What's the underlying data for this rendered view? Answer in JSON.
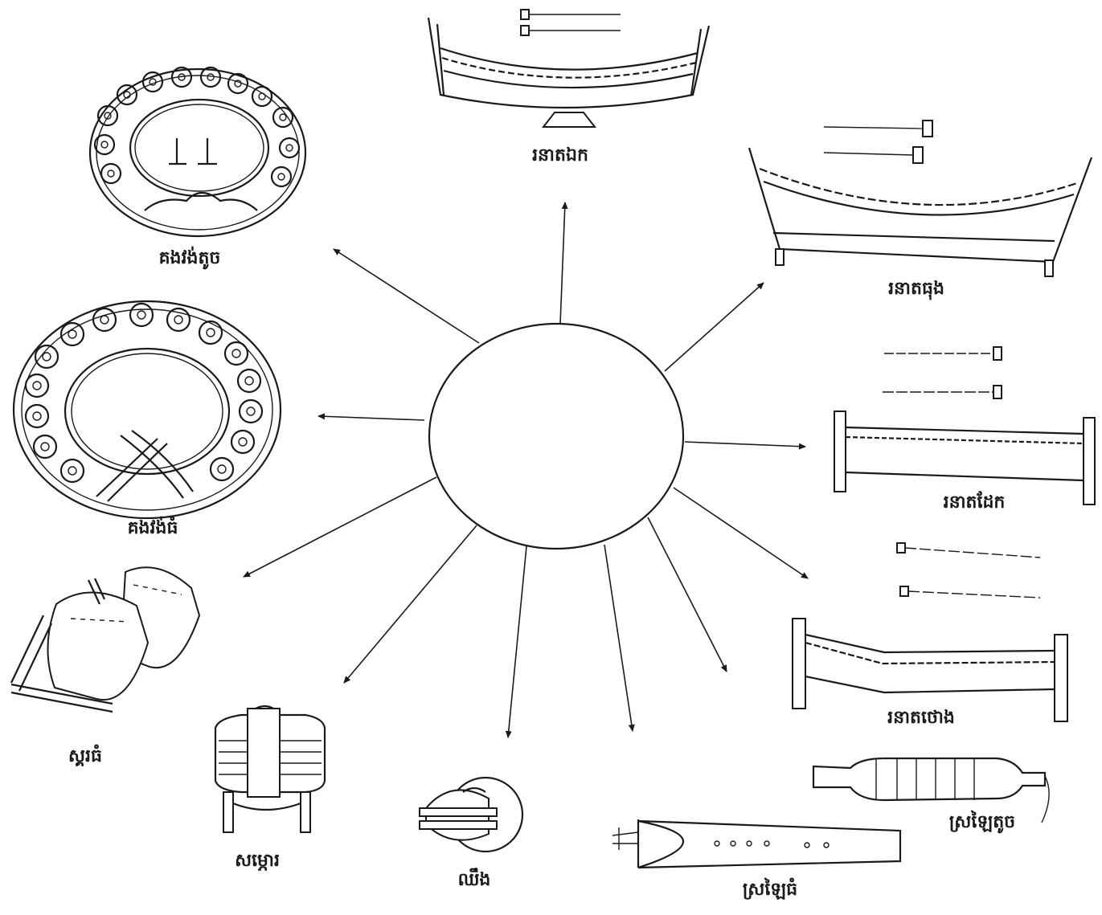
{
  "center": {
    "label": ""
  },
  "instruments": [
    {
      "id": "roneat-ek",
      "caption": "រនាតឯក"
    },
    {
      "id": "roneat-thung",
      "caption": "រនាតធុង"
    },
    {
      "id": "roneat-dek",
      "caption": "រនាតដែក"
    },
    {
      "id": "roneat-thong",
      "caption": "រនាតថោង"
    },
    {
      "id": "sralai-touch",
      "caption": "ស្រឡៃតូច"
    },
    {
      "id": "sralai-thom",
      "caption": "ស្រឡៃធំ"
    },
    {
      "id": "chhing",
      "caption": "ឈឹង"
    },
    {
      "id": "samphor",
      "caption": "សម្ភោរ"
    },
    {
      "id": "skor-thom",
      "caption": "ស្គរធំ"
    },
    {
      "id": "kong-vong-thom",
      "caption": "គងវង់ធំ"
    },
    {
      "id": "kong-vong-touch",
      "caption": "គងវង់តូច"
    }
  ],
  "icons": {
    "arrow": "arrow-icon",
    "mallet": "mallet-icon"
  }
}
